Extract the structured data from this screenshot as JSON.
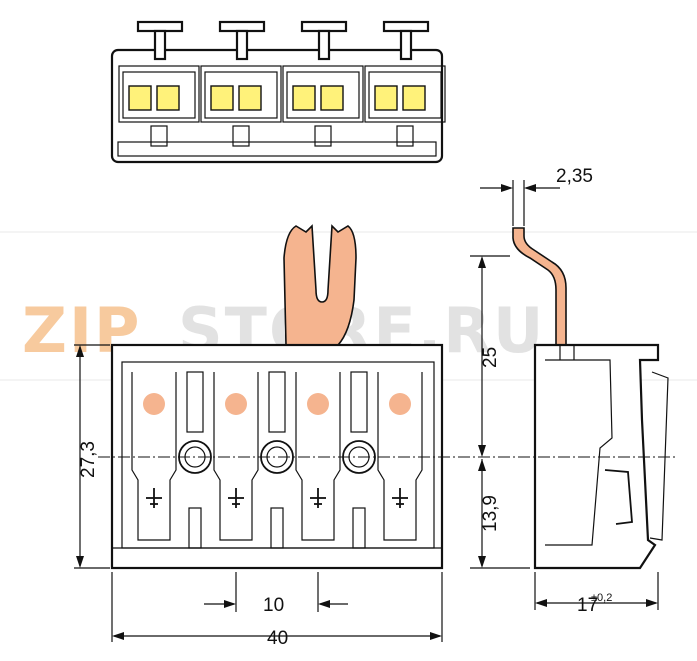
{
  "watermark": {
    "left": "ZIP",
    "right": "STORE.RU",
    "left_color": "#f2a85e",
    "right_color": "#cfcfcf"
  },
  "colors": {
    "orange": "#f5b48f",
    "yellow": "#fff27a",
    "line": "#111111"
  },
  "dimensions": {
    "pitch": "10",
    "total_width": "40",
    "total_height": "27,3",
    "upper_height": "25",
    "lower_height": "13,9",
    "thickness": "2,35",
    "depth": "17",
    "depth_tolerance": "±0,2"
  },
  "front_view": {
    "pole_count": 4
  },
  "top_view": {
    "pole_count": 4
  }
}
